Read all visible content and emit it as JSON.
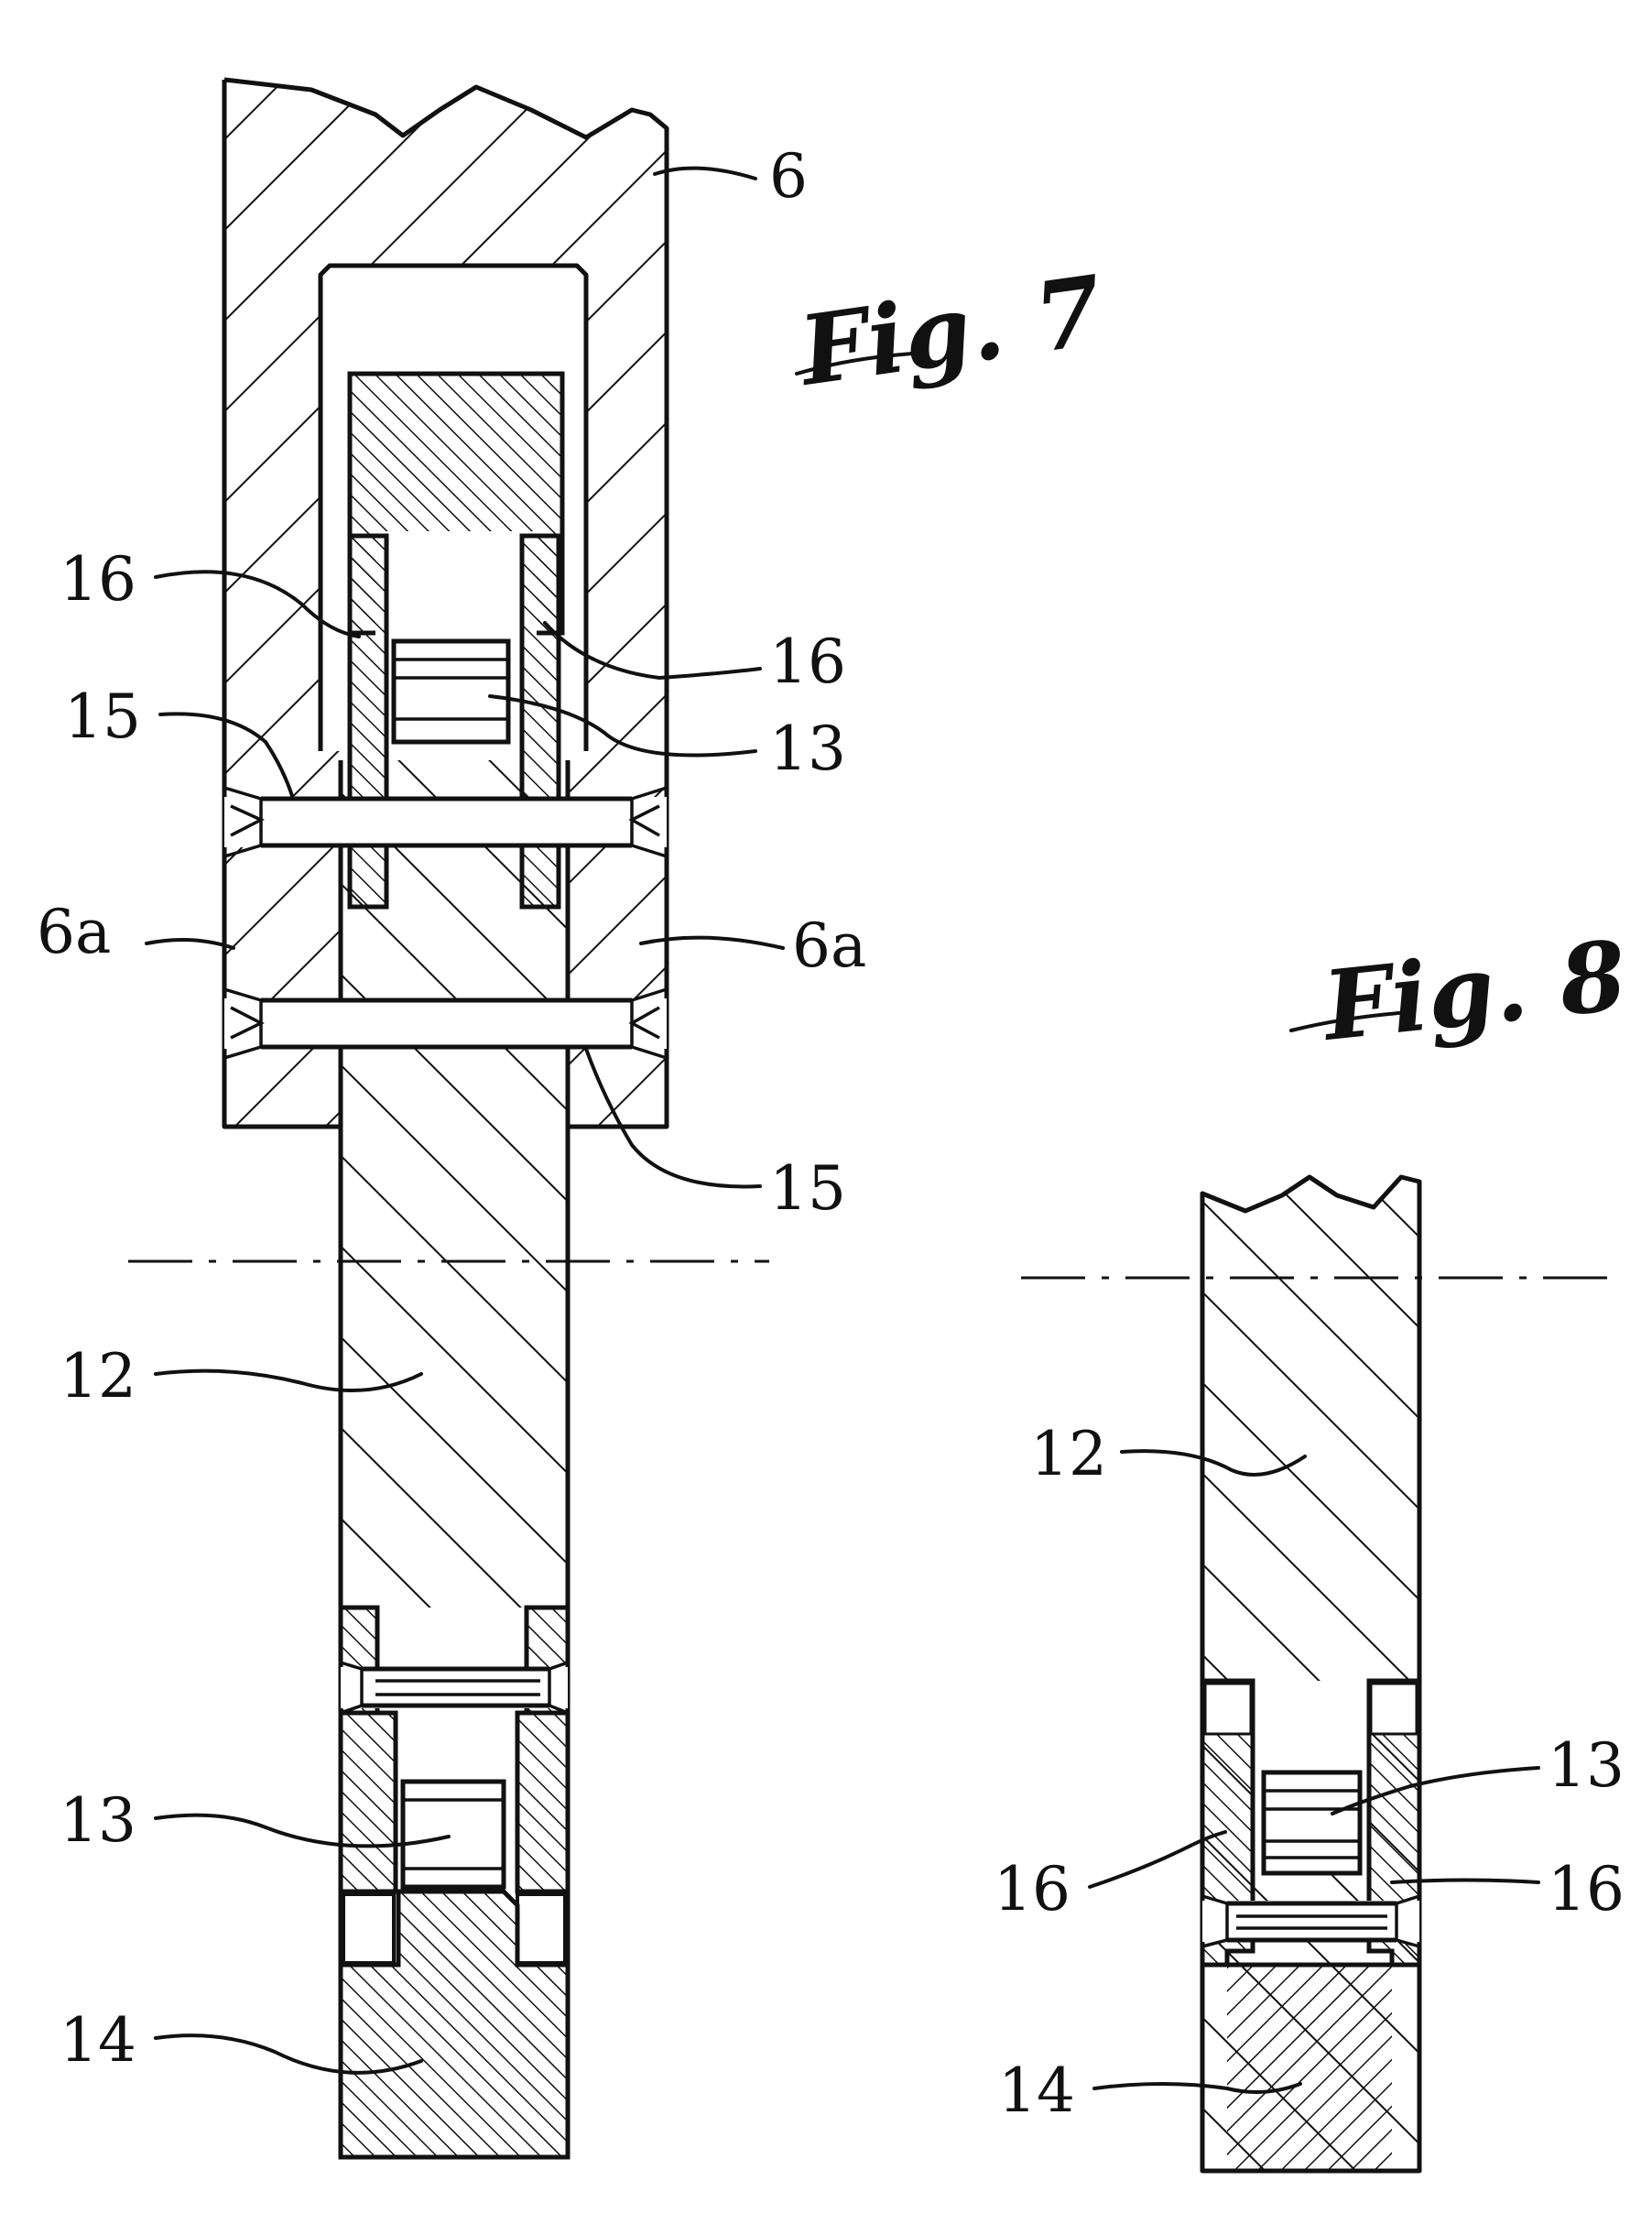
{
  "figure7": {
    "title": "Fig. 7",
    "labels": {
      "part_6": "6",
      "part_16_left": "16",
      "part_16_right": "16",
      "part_15_upper": "15",
      "part_13_upper": "13",
      "part_6a_left": "6a",
      "part_6a_right": "6a",
      "part_15_lower": "15",
      "part_12": "12",
      "part_13_lower": "13",
      "part_14": "14"
    }
  },
  "figure8": {
    "title": "Fig. 8",
    "labels": {
      "part_12": "12",
      "part_13": "13",
      "part_16_left": "16",
      "part_16_right": "16",
      "part_14": "14"
    }
  },
  "colors": {
    "ink": "#111111",
    "paper": "#ffffff"
  }
}
